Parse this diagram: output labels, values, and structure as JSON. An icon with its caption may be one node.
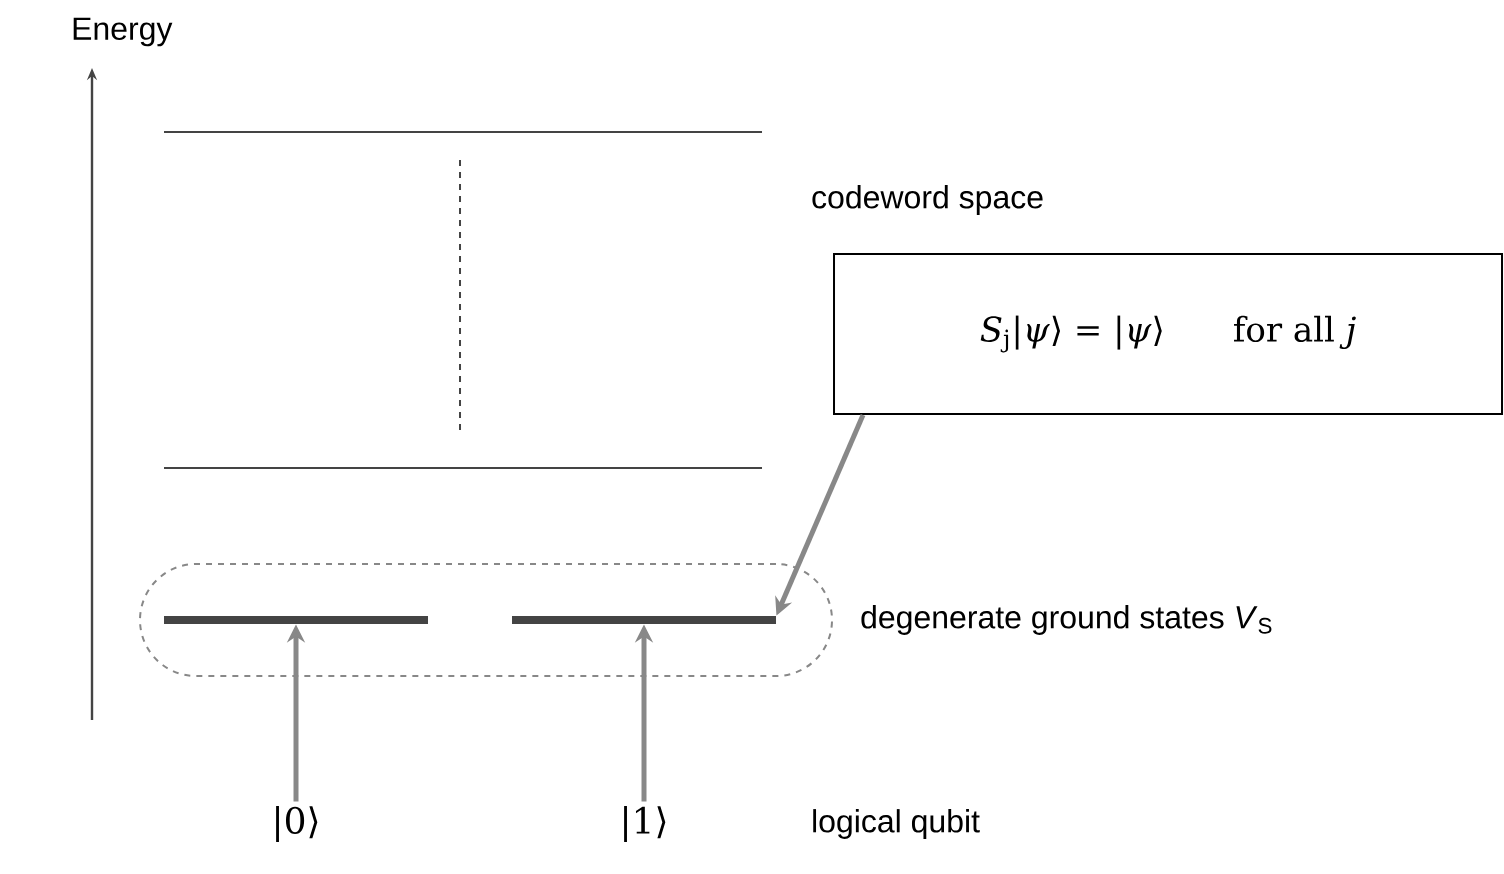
{
  "diagram": {
    "nodes": [
      {
        "text": [],
        "shape": "box",
        "beside": [
          "degenerate ground states *V*$_{S}$"
        ]
      },
      {
        "text": [],
        "shape": "bar",
        "in": 0
      },
      {
        "text": [],
        "shape": "bar",
        "in": 0
      },
      {
        "text": [
          "|0⟩"
        ]
      },
      {
        "text": [
          "|1⟩"
        ]
      },
      {
        "text": [
          "*S*$_{j}$|*ψ*⟩  =  |*ψ*⟩",
          "for all *j*"
        ]
      }
    ],
    "edges": [
      {
        "from": 3,
        "to": 1,
        "arrow": "to"
      },
      {
        "from": 4,
        "to": 2,
        "arrow": "to"
      },
      {
        "from": 5,
        "to": 2,
        "arrow": "to"
      }
    ],
    "labels": [
      "Energy",
      "codeword space",
      "logical qubit"
    ]
  }
}
